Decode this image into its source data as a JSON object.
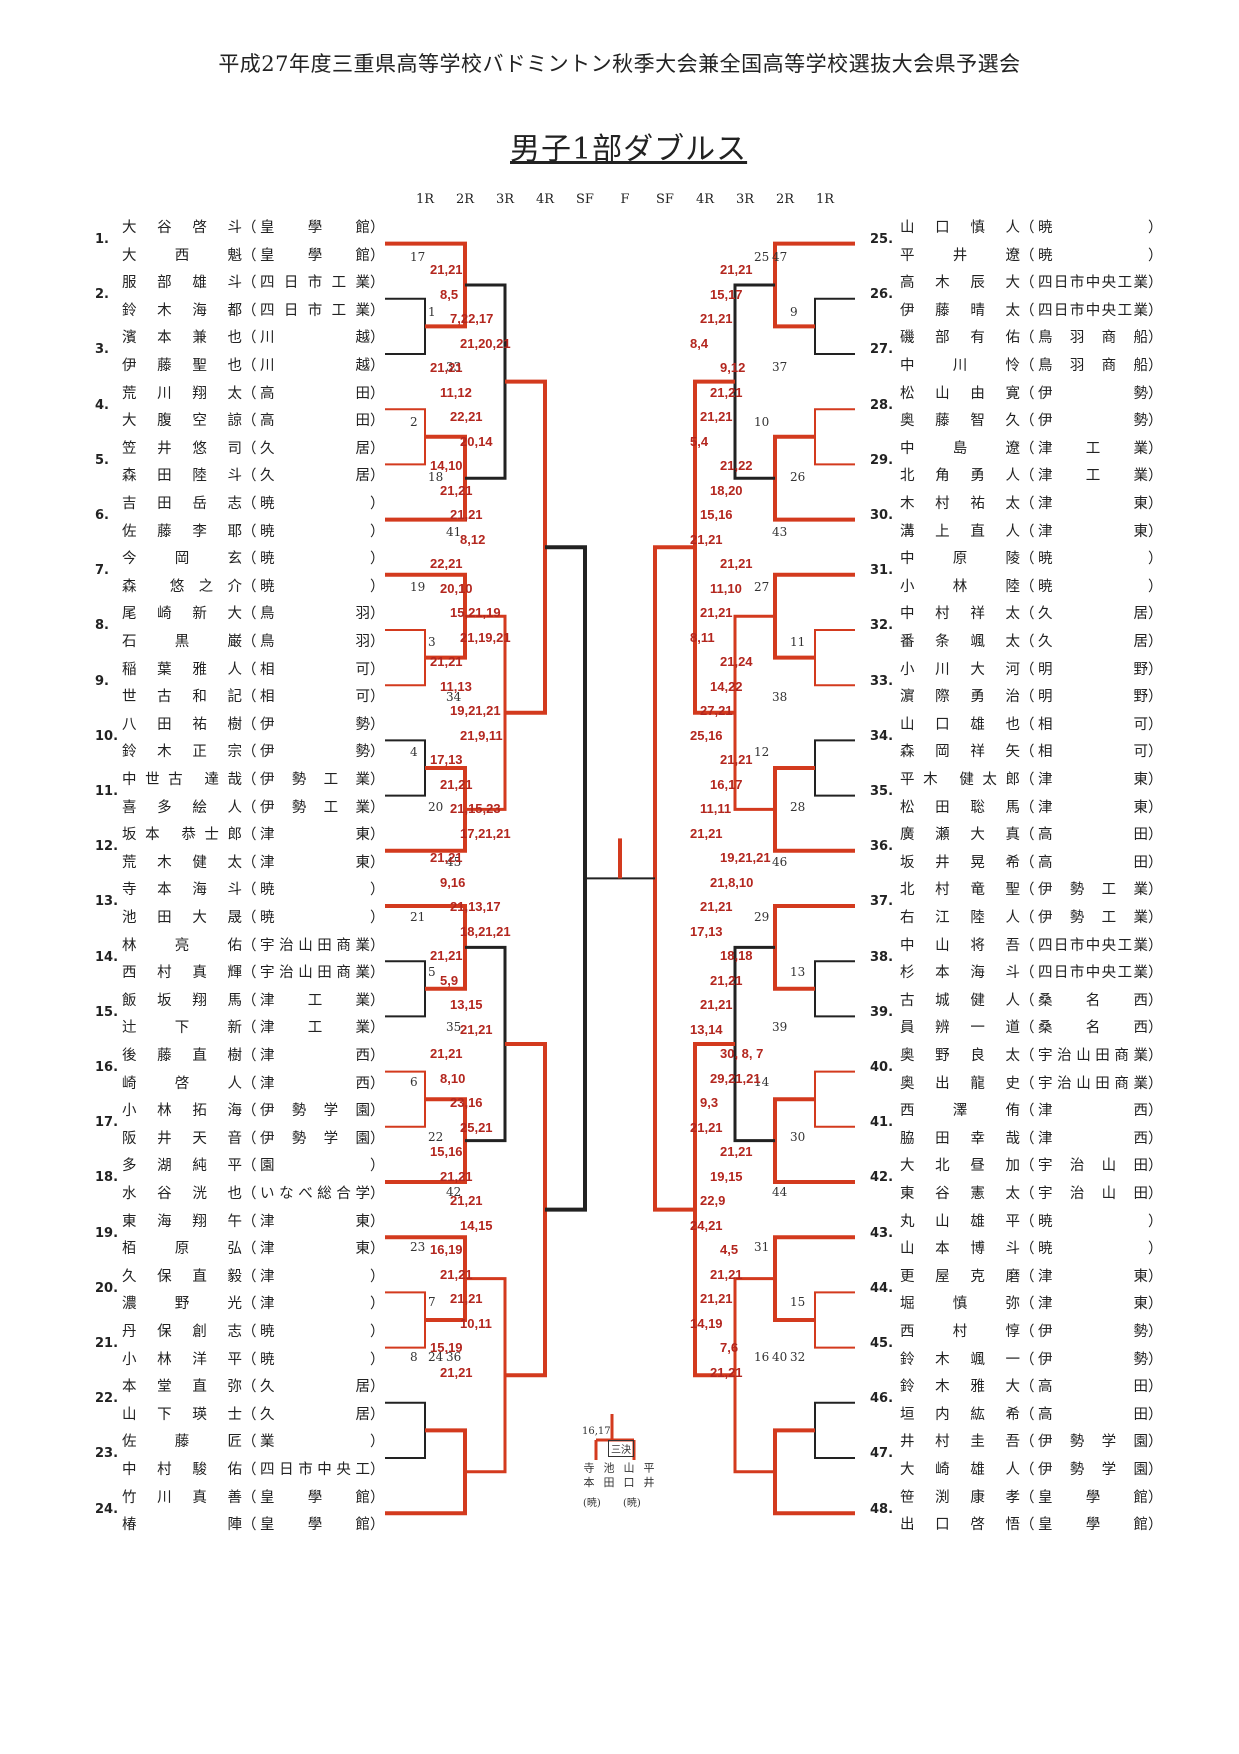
{
  "header": {
    "title": "平成27年度三重県高等学校バドミントン秋季大会兼全国高等学校選抜大会県予選会",
    "event": "男子1部ダブルス"
  },
  "rounds": [
    "1R",
    "2R",
    "3R",
    "4R",
    "SF",
    "F",
    "SF",
    "4R",
    "3R",
    "2R",
    "1R"
  ],
  "left_pairs": [
    {
      "seed": "1.",
      "p1": "大 谷 啓 斗",
      "s1": "皇 學 館",
      "p2": "大 西 魁",
      "s2": "皇 學 館"
    },
    {
      "seed": "2.",
      "p1": "服 部 雄 斗",
      "s1": "四日市工業",
      "p2": "鈴 木 海 都",
      "s2": "四日市工業"
    },
    {
      "seed": "3.",
      "p1": "濱 本 兼 也",
      "s1": "川 越",
      "p2": "伊 藤 聖 也",
      "s2": "川 越"
    },
    {
      "seed": "4.",
      "p1": "荒 川 翔 太",
      "s1": "高 田",
      "p2": "大 腹 空 諒",
      "s2": "高 田"
    },
    {
      "seed": "5.",
      "p1": "笠 井 悠 司",
      "s1": "久 居",
      "p2": "森 田 陸 斗",
      "s2": "久 居"
    },
    {
      "seed": "6.",
      "p1": "吉 田 岳 志",
      "s1": "暁",
      "p2": "佐 藤 李 耶",
      "s2": "暁"
    },
    {
      "seed": "7.",
      "p1": "今 岡 玄",
      "s1": "暁",
      "p2": "森 悠之介",
      "s2": "暁"
    },
    {
      "seed": "8.",
      "p1": "尾 崎 新 大",
      "s1": "鳥 羽",
      "p2": "石 黒 巌",
      "s2": "鳥 羽"
    },
    {
      "seed": "9.",
      "p1": "稲 葉 雅 人",
      "s1": "相 可",
      "p2": "世 古 和 記",
      "s2": "相 可"
    },
    {
      "seed": "10.",
      "p1": "八 田 祐 樹",
      "s1": "伊 勢",
      "p2": "鈴 木 正 宗",
      "s2": "伊 勢"
    },
    {
      "seed": "11.",
      "p1": "中世古 達哉",
      "s1": "伊勢工業",
      "p2": "喜 多 絵 人",
      "s2": "伊勢工業"
    },
    {
      "seed": "12.",
      "p1": "坂本 恭士郎",
      "s1": "津 東",
      "p2": "荒 木 健 太",
      "s2": "津 東"
    },
    {
      "seed": "13.",
      "p1": "寺 本 海 斗",
      "s1": "暁",
      "p2": "池 田 大 晟",
      "s2": "暁"
    },
    {
      "seed": "14.",
      "p1": "林 亮 佑",
      "s1": "宇治山田商業",
      "p2": "西 村 真 輝",
      "s2": "宇治山田商業"
    },
    {
      "seed": "15.",
      "p1": "飯 坂 翔 馬",
      "s1": "津 工 業",
      "p2": "辻 下 新",
      "s2": "津 工 業"
    },
    {
      "seed": "16.",
      "p1": "後 藤 直 樹",
      "s1": "津 西",
      "p2": "崎 啓 人",
      "s2": "津 西"
    },
    {
      "seed": "17.",
      "p1": "小 林 拓 海",
      "s1": "伊勢学園",
      "p2": "阪 井 天 音",
      "s2": "伊勢学園"
    },
    {
      "seed": "18.",
      "p1": "多 湖 純 平",
      "s1": "園",
      "p2": "水 谷 洸 也",
      "s2": "いなべ総合学"
    },
    {
      "seed": "19.",
      "p1": "東 海 翔 午",
      "s1": "津 東",
      "p2": "栢 原 弘",
      "s2": "津 東"
    },
    {
      "seed": "20.",
      "p1": "久 保 直 毅",
      "s1": "津",
      "p2": "濃 野 光",
      "s2": "津"
    },
    {
      "seed": "21.",
      "p1": "丹 保 創 志",
      "s1": "暁",
      "p2": "小 林 洋 平",
      "s2": "暁"
    },
    {
      "seed": "22.",
      "p1": "本 堂 直 弥",
      "s1": "久 居",
      "p2": "山 下 瑛 士",
      "s2": "久 居"
    },
    {
      "seed": "23.",
      "p1": "佐 藤 匠",
      "s1": "業",
      "p2": "中 村 駿 佑",
      "s2": "四日市中央工"
    },
    {
      "seed": "24.",
      "p1": "竹 川 真 善",
      "s1": "皇 學 館",
      "p2": "椿 陣",
      "s2": "皇 學 館"
    }
  ],
  "right_pairs": [
    {
      "seed": "25.",
      "p1": "山 口 慎 人",
      "s1": "暁",
      "p2": "平 井 遼",
      "s2": "暁"
    },
    {
      "seed": "26.",
      "p1": "高 木 辰 大",
      "s1": "四日市中央工業",
      "p2": "伊 藤 晴 太",
      "s2": "四日市中央工業"
    },
    {
      "seed": "27.",
      "p1": "磯 部 有 佑",
      "s1": "鳥羽商船",
      "p2": "中 川 怜",
      "s2": "鳥羽商船"
    },
    {
      "seed": "28.",
      "p1": "松 山 由 寛",
      "s1": "伊 勢",
      "p2": "奥 藤 智 久",
      "s2": "伊 勢"
    },
    {
      "seed": "29.",
      "p1": "中 島 遼",
      "s1": "津 工 業",
      "p2": "北 角 勇 人",
      "s2": "津 工 業"
    },
    {
      "seed": "30.",
      "p1": "木 村 祐 太",
      "s1": "津 東",
      "p2": "溝 上 直 人",
      "s2": "津 東"
    },
    {
      "seed": "31.",
      "p1": "中 原 陵",
      "s1": "暁",
      "p2": "小 林 陸",
      "s2": "暁"
    },
    {
      "seed": "32.",
      "p1": "中 村 祥 太",
      "s1": "久 居",
      "p2": "番 条 颯 太",
      "s2": "久 居"
    },
    {
      "seed": "33.",
      "p1": "小 川 大 河",
      "s1": "明 野",
      "p2": "濵 際 勇 治",
      "s2": "明 野"
    },
    {
      "seed": "34.",
      "p1": "山 口 雄 也",
      "s1": "相 可",
      "p2": "森 岡 祥 矢",
      "s2": "相 可"
    },
    {
      "seed": "35.",
      "p1": "平木 健太郎",
      "s1": "津 東",
      "p2": "松 田 聡 馬",
      "s2": "津 東"
    },
    {
      "seed": "36.",
      "p1": "廣 瀬 大 真",
      "s1": "高 田",
      "p2": "坂 井 晃 希",
      "s2": "高 田"
    },
    {
      "seed": "37.",
      "p1": "北 村 竜 聖",
      "s1": "伊勢工業",
      "p2": "右 江 陸 人",
      "s2": "伊勢工業"
    },
    {
      "seed": "38.",
      "p1": "中 山 将 吾",
      "s1": "四日市中央工業",
      "p2": "杉 本 海 斗",
      "s2": "四日市中央工業"
    },
    {
      "seed": "39.",
      "p1": "古 城 健 人",
      "s1": "桑 名 西",
      "p2": "員 辨 一 道",
      "s2": "桑 名 西"
    },
    {
      "seed": "40.",
      "p1": "奥 野 良 太",
      "s1": "宇治山田商業",
      "p2": "奥 出 龍 史",
      "s2": "宇治山田商業"
    },
    {
      "seed": "41.",
      "p1": "西 澤 侑",
      "s1": "津 西",
      "p2": "脇 田 幸 哉",
      "s2": "津 西"
    },
    {
      "seed": "42.",
      "p1": "大 北 昼 加",
      "s1": "宇治山田",
      "p2": "東 谷 憲 太",
      "s2": "宇治山田"
    },
    {
      "seed": "43.",
      "p1": "丸 山 雄 平",
      "s1": "暁",
      "p2": "山 本 博 斗",
      "s2": "暁"
    },
    {
      "seed": "44.",
      "p1": "更 屋 克 磨",
      "s1": "津 東",
      "p2": "堀 慎 弥",
      "s2": "津 東"
    },
    {
      "seed": "45.",
      "p1": "西 村 惇",
      "s1": "伊 勢",
      "p2": "鈴 木 颯 一",
      "s2": "伊 勢"
    },
    {
      "seed": "46.",
      "p1": "鈴 木 雅 大",
      "s1": "高 田",
      "p2": "垣 内 紘 希",
      "s2": "高 田"
    },
    {
      "seed": "47.",
      "p1": "井 村 圭 吾",
      "s1": "伊勢学園",
      "p2": "大 崎 雄 人",
      "s2": "伊勢学園"
    },
    {
      "seed": "48.",
      "p1": "笹 渕 康 孝",
      "s1": "皇 學 館",
      "p2": "出 口 啓 悟",
      "s2": "皇 學 館"
    }
  ],
  "match_numbers": [
    "17",
    "1",
    "33",
    "2",
    "18",
    "41",
    "19",
    "3",
    "34",
    "4",
    "20",
    "45",
    "21",
    "5",
    "35",
    "6",
    "22",
    "42",
    "23",
    "7",
    "36",
    "8",
    "24",
    "25",
    "9",
    "37",
    "10",
    "26",
    "43",
    "27",
    "11",
    "38",
    "12",
    "28",
    "46",
    "29",
    "13",
    "39",
    "14",
    "30",
    "44",
    "31",
    "15",
    "40",
    "16",
    "32",
    "47"
  ],
  "scores": [
    "21,21",
    "8,5",
    "7,22,17",
    "21,20,21",
    "21,21",
    "11,12",
    "22,21",
    "20,14",
    "14,10",
    "21,21",
    "21,21",
    "8,12",
    "22,21",
    "20,10",
    "15,21,19",
    "21,19,21",
    "21,21",
    "11,13",
    "19,21,21",
    "21,9,11",
    "17,13",
    "21,21",
    "21,15,23",
    "17,21,21",
    "21,21",
    "9,16",
    "21,13,17",
    "18,21,21",
    "21,21",
    "5,9",
    "13,15",
    "21,21",
    "21,21",
    "8,10",
    "23,16",
    "25,21",
    "15,16",
    "21,21",
    "21,21",
    "14,15",
    "16,19",
    "21,21",
    "21,21",
    "10,11",
    "15,19",
    "21,21",
    "21,21",
    "15,17",
    "21,21",
    "8,4",
    "9,12",
    "21,21",
    "21,21",
    "5,4",
    "21,22",
    "18,20",
    "15,16",
    "21,21",
    "21,21",
    "11,10",
    "21,21",
    "8,11",
    "21,24",
    "14,22",
    "27,21",
    "25,16",
    "21,21",
    "16,17",
    "11,11",
    "21,21",
    "19,21,21",
    "21,8,10",
    "21,21",
    "17,13",
    "18,18",
    "21,21",
    "21,21",
    "13,14",
    "30, 8, 7",
    "29,21,21",
    "9,3",
    "21,21",
    "21,21",
    "19,15",
    "22,9",
    "24,21",
    "4,5",
    "21,21",
    "21,21",
    "14,19",
    "7,6",
    "21,21"
  ],
  "playoff": {
    "score": "16,17",
    "label": "三決",
    "names": [
      "寺 本",
      "池 田",
      "山 口",
      "平 井"
    ],
    "schools": [
      "(暁)",
      "(暁)"
    ]
  },
  "colors": {
    "winner_line": "#d33a1e",
    "loser_line": "#222222",
    "score_text": "#b3261e"
  }
}
